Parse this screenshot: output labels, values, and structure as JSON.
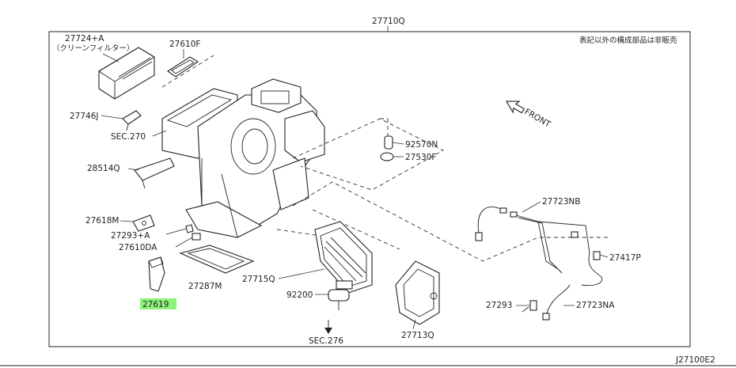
{
  "diagram": {
    "assembly_label": "27710Q",
    "note": "表記以外の構成部品は非販売",
    "drawing_code": "J27100E2",
    "front_label": "FRONT",
    "highlight_color": "#8df27a",
    "labels": {
      "filter_part": "27724+A",
      "filter_sub": "（クリーンフィルター）",
      "p27610F": "27610F",
      "p27746J": "27746J",
      "sec270": "SEC.270",
      "p28514Q": "28514Q",
      "p27618M": "27618M",
      "p27293A": "27293+A",
      "p27610DA": "27610DA",
      "p27619": "27619",
      "p27287M": "27287M",
      "p27715Q": "27715Q",
      "p92200": "92200",
      "sec276": "SEC.276",
      "p27713Q": "27713Q",
      "p92570N": "92570N",
      "p27530F": "27530F",
      "p27723NB": "27723NB",
      "p27417P": "27417P",
      "p27293": "27293",
      "p27723NA": "27723NA"
    }
  }
}
